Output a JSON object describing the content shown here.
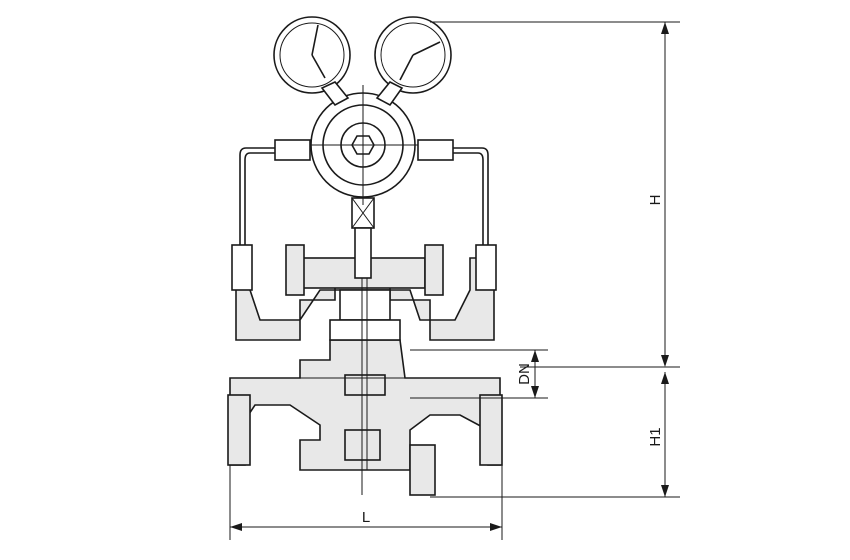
{
  "drawing": {
    "dimensions": {
      "height": "H",
      "height_lower": "H1",
      "nominal_diameter": "DN",
      "length": "L"
    }
  }
}
